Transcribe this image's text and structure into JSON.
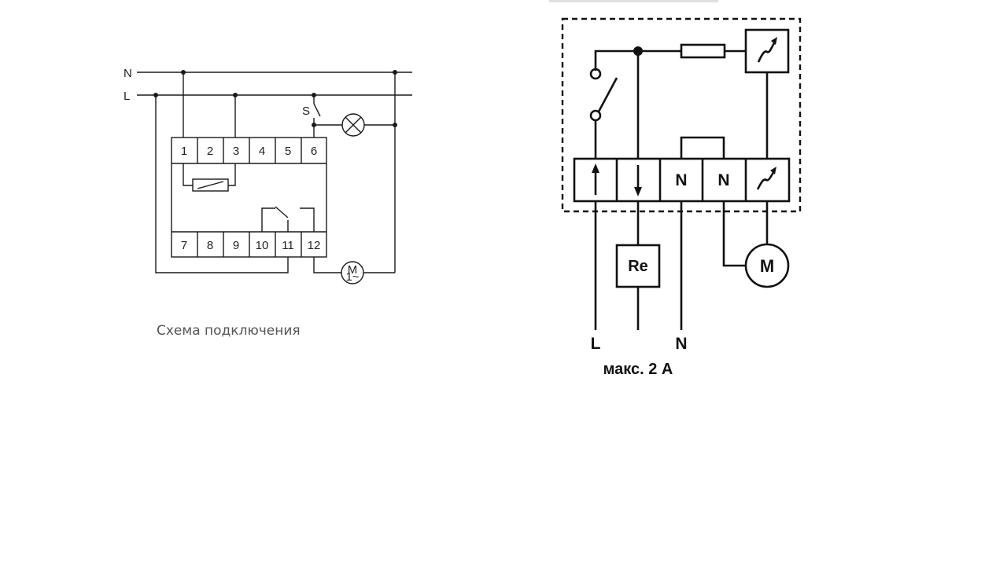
{
  "left_diagram": {
    "bus_labels": {
      "neutral": "N",
      "phase": "L"
    },
    "terminals_top": [
      "1",
      "2",
      "3",
      "4",
      "5",
      "6"
    ],
    "terminals_bottom": [
      "7",
      "8",
      "9",
      "10",
      "11",
      "12"
    ],
    "switch_label": "S",
    "motor_label": "M",
    "motor_sub": "1~",
    "caption": "Схема подключения"
  },
  "right_diagram": {
    "terminals": [
      "",
      "",
      "N",
      "N",
      ""
    ],
    "relay_label": "Re",
    "motor_label": "M",
    "bottom_labels": {
      "phase": "L",
      "neutral": "N"
    },
    "current_note": "макс. 2 А"
  }
}
